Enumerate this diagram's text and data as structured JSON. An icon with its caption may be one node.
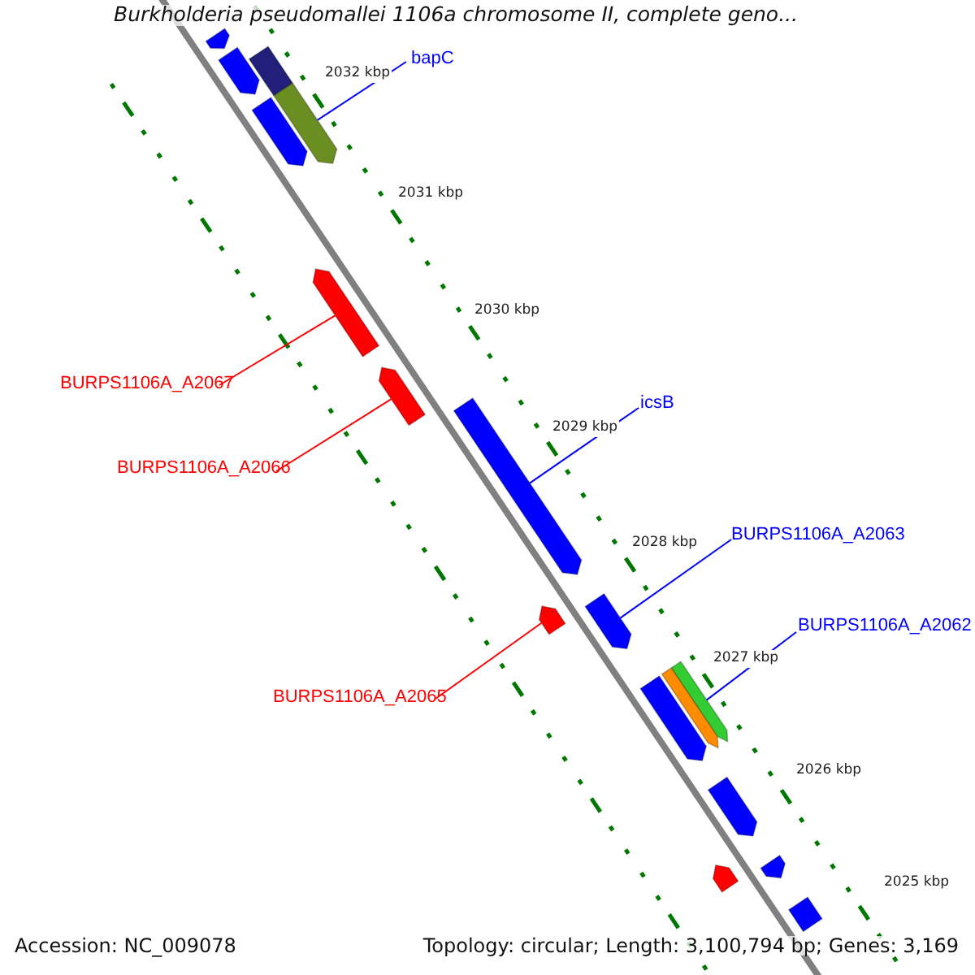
{
  "diagram": {
    "title": "Burkholderia pseudomallei 1106a chromosome II, complete geno...",
    "nodes": [
      {
        "text": [
          "bapC"
        ]
      },
      {
        "text": [],
        "shape": "bar"
      },
      {
        "text": [
          "BURPS1106A_A2067"
        ]
      },
      {
        "text": [],
        "shape": "bar"
      },
      {
        "text": [
          "BURPS1106A_A2066"
        ]
      },
      {
        "text": [],
        "shape": "bar"
      },
      {
        "text": [
          "icsB"
        ]
      },
      {
        "text": [],
        "shape": "bar"
      },
      {
        "text": [
          "BURPS1106A_A2063"
        ]
      },
      {
        "text": [],
        "shape": "bar"
      },
      {
        "text": [
          "BURPS1106A_A2062"
        ]
      },
      {
        "text": [],
        "shape": "bar"
      },
      {
        "text": [
          "BURPS1106A_A2065"
        ]
      },
      {
        "text": [],
        "shape": "bar"
      },
      {
        "text": [],
        "shape": "bar"
      },
      {
        "text": [],
        "shape": "bar"
      },
      {
        "text": [],
        "shape": "bar"
      },
      {
        "text": [],
        "shape": "bar"
      },
      {
        "text": [],
        "shape": "bar"
      },
      {
        "text": [],
        "shape": "bar"
      },
      {
        "text": [],
        "shape": "bar"
      },
      {
        "text": [],
        "shape": "bar"
      },
      {
        "text": [],
        "shape": "bar"
      },
      {
        "text": [],
        "shape": "bar"
      }
    ],
    "edges": [
      {
        "from": 0,
        "to": 1,
        "arrow": "none"
      },
      {
        "from": 2,
        "to": 3,
        "arrow": "none",
        "color": "#ff0000"
      },
      {
        "from": 4,
        "to": 5,
        "arrow": "none",
        "color": "#ff0000"
      },
      {
        "from": 6,
        "to": 7,
        "arrow": "none"
      },
      {
        "from": 8,
        "to": 9,
        "arrow": "none"
      },
      {
        "from": 10,
        "to": 11,
        "arrow": "none"
      },
      {
        "from": 12,
        "to": 13,
        "arrow": "none",
        "color": "#ff0000"
      }
    ],
    "labels": [
      "2032 kbp",
      "2031 kbp",
      "2030 kbp",
      "2029 kbp",
      "2028 kbp",
      "2027 kbp",
      "2026 kbp",
      "2025 kbp",
      "Accession: NC_009078",
      "Topology: circular; Length: 3,100,794 bp; Genes: 3,169"
    ]
  }
}
